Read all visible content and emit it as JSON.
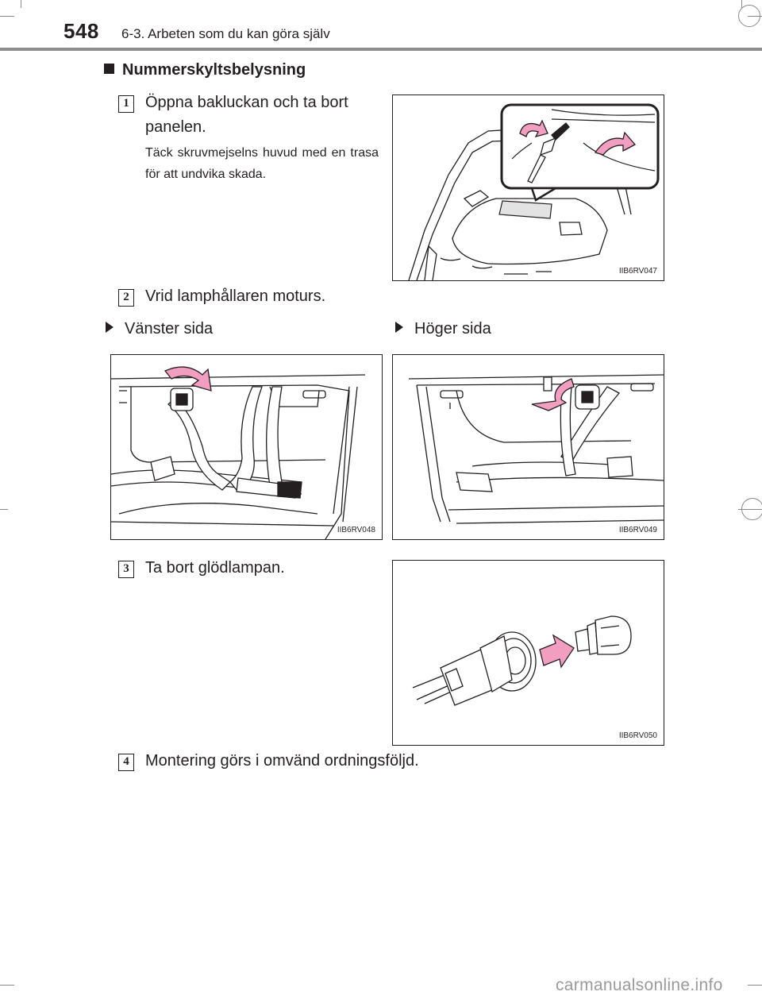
{
  "header": {
    "page_number": "548",
    "section": "6-3. Arbeten som du kan göra själv"
  },
  "title": "Nummerskyltsbelysning",
  "steps": [
    {
      "number": "1",
      "text": "Öppna bakluckan och ta bort panelen.",
      "note": "Täck skruvmejselns huvud med en trasa för att undvika skada."
    },
    {
      "number": "2",
      "text": "Vrid lamphållaren moturs."
    },
    {
      "number": "3",
      "text": "Ta bort glödlampan."
    },
    {
      "number": "4",
      "text": "Montering görs i omvänd ordningsföljd."
    }
  ],
  "sides": {
    "left": "Vänster sida",
    "right": "Höger sida"
  },
  "figures": {
    "fig1": "IIB6RV047",
    "fig2": "IIB6RV048",
    "fig3": "IIB6RV049",
    "fig4": "IIB6RV050"
  },
  "colors": {
    "accent_arrow": "#f29ec0",
    "arrow_stroke": "#231f20",
    "header_rule": "#8c8c8c"
  },
  "watermark": "carmanualsonline.info"
}
